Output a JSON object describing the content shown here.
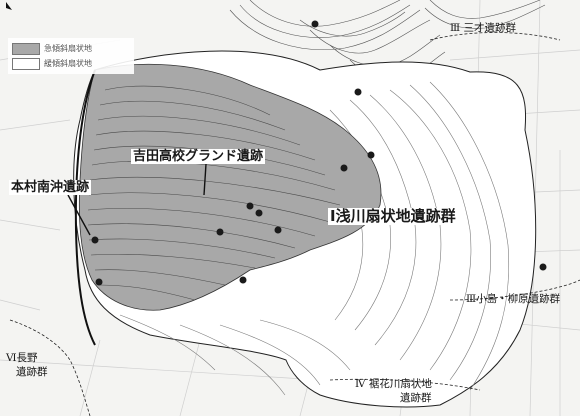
{
  "legend": {
    "items": [
      {
        "label": "急傾斜扇状地",
        "color": "#a8a8a8"
      },
      {
        "label": "緩傾斜扇状地",
        "color": "#ffffff"
      }
    ]
  },
  "labels": {
    "yoshida": "吉田高校グランド遺跡",
    "honmura": "本村南沖遺跡",
    "asakawa": "Ⅰ浅川扇状地遺跡群",
    "sanzai": "Ⅲ 三才遺跡群",
    "kojima": "Ⅲ小島・柳原遺跡群",
    "nagano_1": "Ⅵ長野",
    "nagano_2": "遺跡群",
    "susobana_1": "Ⅳ 裾花川扇状地",
    "susobana_2": "遺跡群"
  },
  "colors": {
    "steep_fan": "#a8a8a8",
    "gentle_fan": "#ffffff",
    "contour": "#6a6a6a",
    "site_dot": "#1a1a1a"
  },
  "north_arrow": "north-arrow-icon"
}
